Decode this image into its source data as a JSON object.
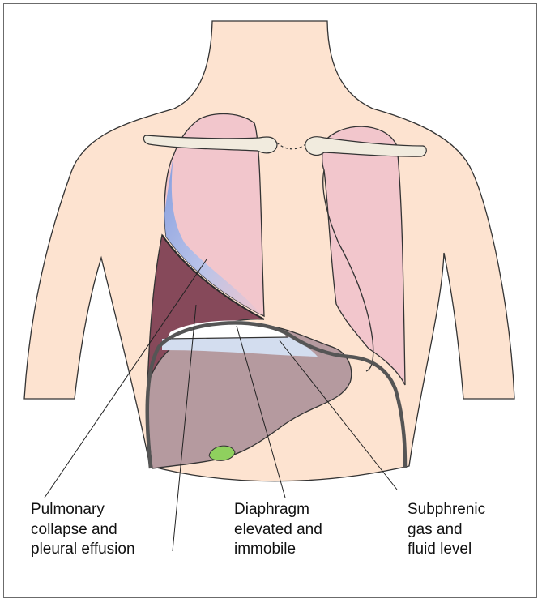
{
  "labels": {
    "pulmonary": "Pulmonary\ncollapse and\npleural effusion",
    "diaphragm": "Diaphragm\nelevated and\nimmobile",
    "subphrenic": "Subphrenic\ngas and\nfluid level"
  },
  "colors": {
    "skin": "#fde3d0",
    "lung": "#f2c6cc",
    "effusion": "#86495a",
    "blue_collapse": "#8fa8e0",
    "liver": "#b59a9f",
    "gallbladder": "#8fd05e",
    "gas": "#ffffff",
    "fluid": "#d3ddef",
    "bone": "#f1ebde",
    "outline": "#444444"
  }
}
